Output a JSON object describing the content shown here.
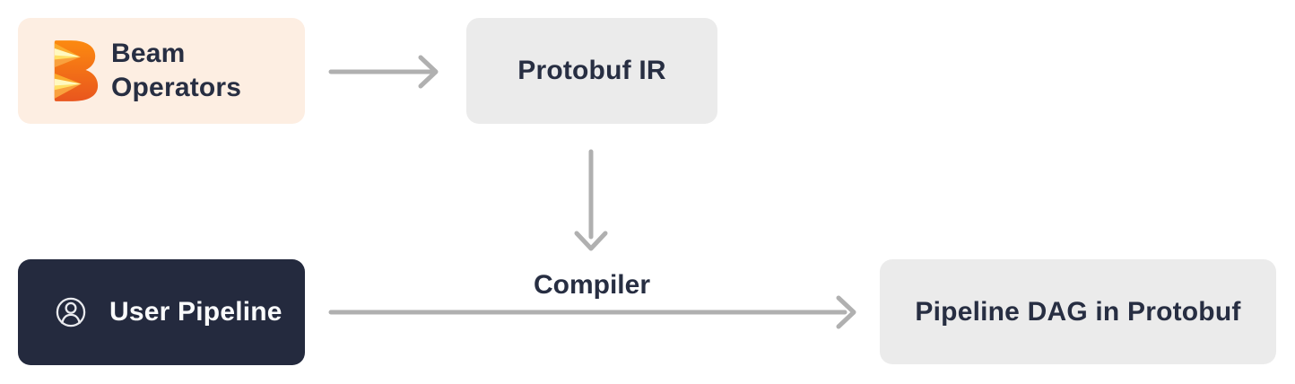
{
  "diagram": {
    "nodes": [
      {
        "id": "beam-operators",
        "label": "Beam Operators",
        "label_lines": [
          "Beam",
          "Operators"
        ],
        "icon": "beam-logo-icon",
        "bg": "#fdeee2",
        "text_color": "#272e42"
      },
      {
        "id": "protobuf-ir",
        "label": "Protobuf IR",
        "bg": "#ebebeb",
        "text_color": "#272e42"
      },
      {
        "id": "user-pipeline",
        "label": "User Pipeline",
        "icon": "user-icon",
        "bg": "#242a3e",
        "text_color": "#fafbfc"
      },
      {
        "id": "pipeline-dag",
        "label": "Pipeline DAG in Protobuf",
        "bg": "#ebebeb",
        "text_color": "#272e42"
      }
    ],
    "edges": [
      {
        "from": "beam-operators",
        "to": "protobuf-ir",
        "label": ""
      },
      {
        "from": "protobuf-ir",
        "to": "compiler-junction",
        "label": ""
      },
      {
        "from": "user-pipeline",
        "to": "pipeline-dag",
        "label": "Compiler"
      }
    ],
    "compiler_label": "Compiler",
    "colors": {
      "peach_bg": "#fdeee2",
      "gray_bg": "#ebebeb",
      "navy_bg": "#242a3e",
      "text_dark": "#272e42",
      "text_light": "#fafbfc",
      "arrow": "#b0b0b0",
      "beam_orange": "#f4661f",
      "beam_yellow": "#ffe066"
    }
  }
}
